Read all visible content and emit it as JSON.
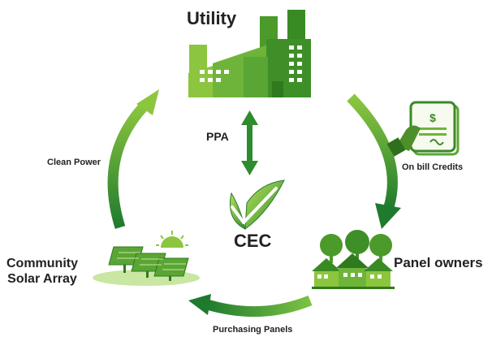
{
  "nodes": {
    "utility": "Utility",
    "panel_owners": "Panel owners",
    "community": [
      "Community",
      "Solar Array"
    ],
    "center": "CEC"
  },
  "flows": {
    "ppa": "PPA",
    "on_bill_credits": "On bill Credits",
    "purchasing_panels": "Purchasing Panels",
    "clean_power": "Clean Power"
  },
  "colors": {
    "green_dark": "#1f7a2e",
    "green_mid": "#3aa63a",
    "green_light": "#8cc63f",
    "text": "#222222"
  },
  "icons": [
    "factory-icon",
    "bill-credit-icon",
    "houses-icon",
    "solar-panels-icon",
    "cec-leaf-check-icon"
  ]
}
